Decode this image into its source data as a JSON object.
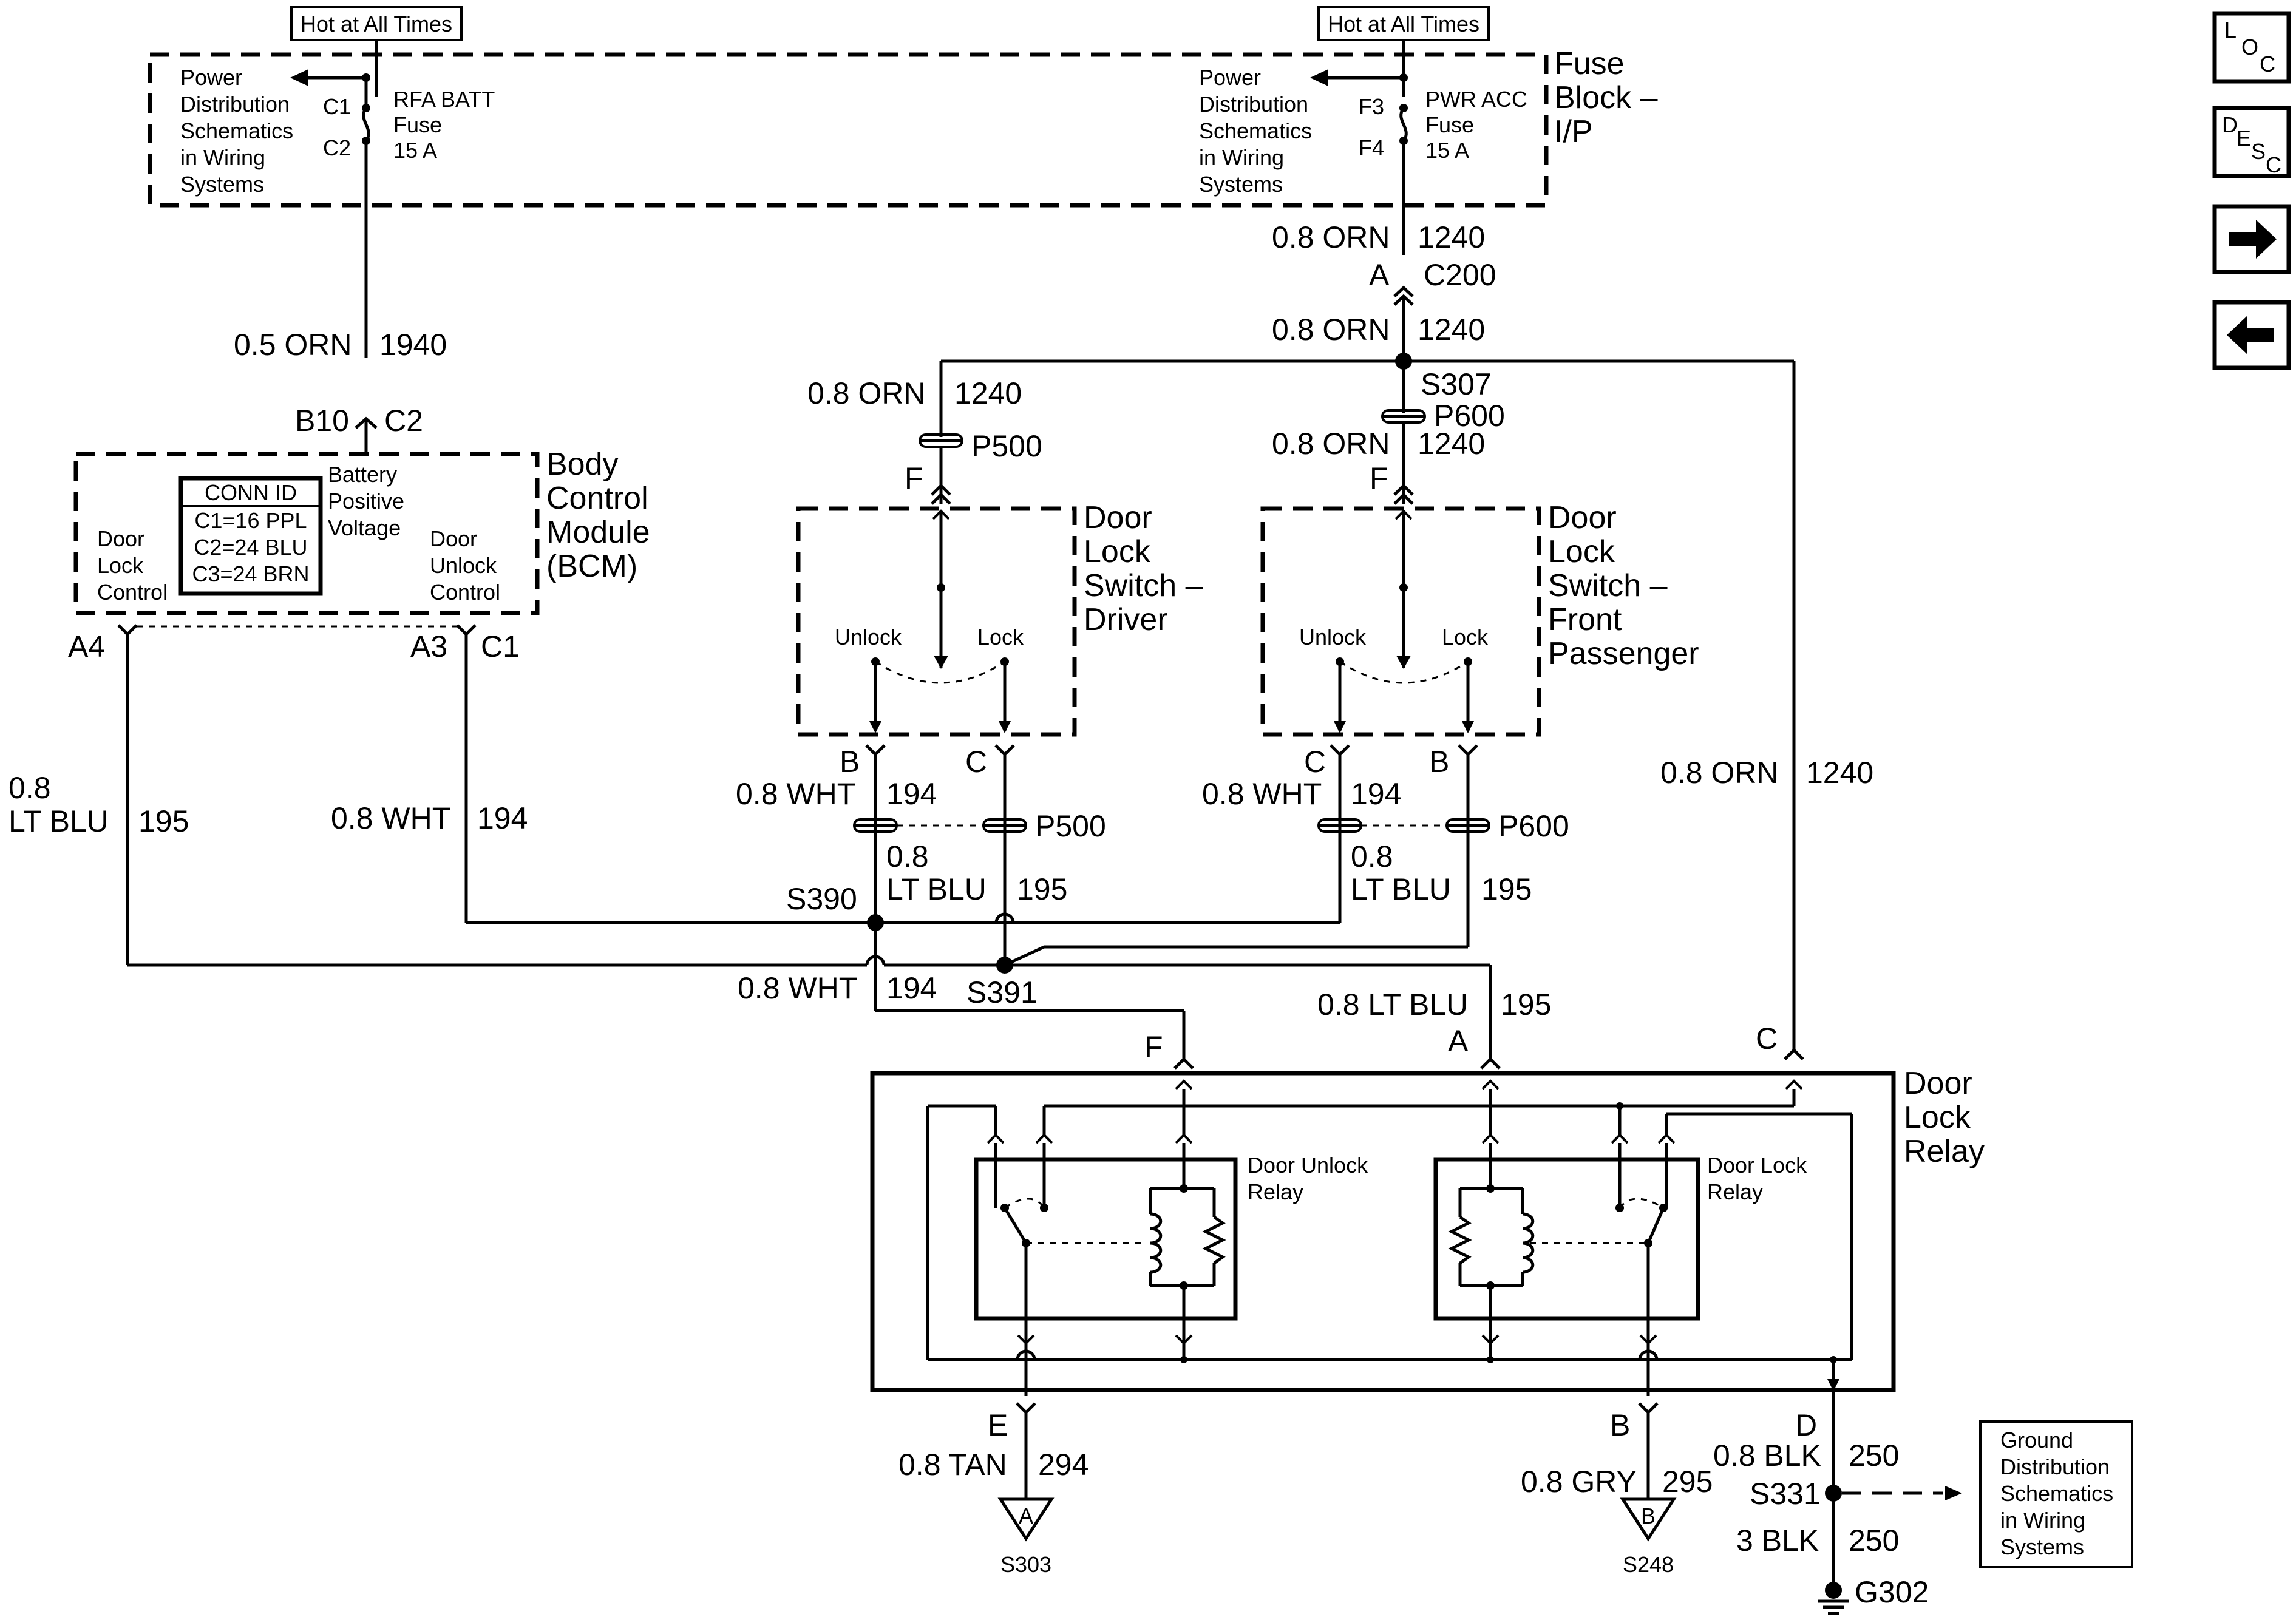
{
  "fuses": {
    "left": {
      "hot": "Hot at All Times",
      "pds": [
        "Power",
        "Distribution",
        "Schematics",
        "in Wiring",
        "Systems"
      ],
      "pin_top": "C1",
      "pin_bot": "C2",
      "name": [
        "RFA BATT",
        "Fuse",
        "15 A"
      ]
    },
    "right": {
      "hot": "Hot at All Times",
      "pds": [
        "Power",
        "Distribution",
        "Schematics",
        "in Wiring",
        "Systems"
      ],
      "pin_top": "F3",
      "pin_bot": "F4",
      "name": [
        "PWR ACC",
        "Fuse",
        "15 A"
      ]
    },
    "block_label": [
      "Fuse",
      "Block –",
      "I/P"
    ]
  },
  "bcm": {
    "conn_title": "CONN ID",
    "conn_rows": [
      "C1=16 PPL",
      "C2=24 BLU",
      "C3=24 BRN"
    ],
    "batt": [
      "Battery",
      "Positive",
      "Voltage"
    ],
    "lock": [
      "Door",
      "Lock",
      "Control"
    ],
    "unlock": [
      "Door",
      "Unlock",
      "Control"
    ],
    "name": [
      "Body",
      "Control",
      "Module",
      "(BCM)"
    ],
    "pin_top_a": "B10",
    "pin_top_b": "C2",
    "pin_a4": "A4",
    "pin_a3": "A3",
    "pin_c1": "C1"
  },
  "wires": {
    "w1940_a": "0.5 ORN",
    "w1940_b": "1940",
    "w1240_top_a": "0.8 ORN",
    "w1240_top_b": "1240",
    "c200_pin": "A",
    "c200": "C200",
    "w1240_mid_a": "0.8 ORN",
    "w1240_mid_b": "1240",
    "s307": "S307",
    "w1240_drv_a": "0.8 ORN",
    "w1240_drv_b": "1240",
    "p500_top": "P500",
    "f_drv": "F",
    "p600_top": "P600",
    "w1240_pass_a": "0.8 ORN",
    "w1240_pass_b": "1240",
    "f_pass": "F",
    "w1240_right_a": "0.8 ORN",
    "w1240_right_b": "1240",
    "w195_left_a1": "0.8",
    "w195_left_a2": "LT BLU",
    "w195_left_b": "195",
    "w194_left_a": "0.8 WHT",
    "w194_left_b": "194",
    "drv_b": "B",
    "drv_c": "C",
    "drv_wht_a": "0.8 WHT",
    "drv_wht_b": "194",
    "p500_bot": "P500",
    "drv_blu_a1": "0.8",
    "drv_blu_a2": "LT BLU",
    "drv_blu_b": "195",
    "pass_c": "C",
    "pass_b": "B",
    "pass_wht_a": "0.8 WHT",
    "pass_wht_b": "194",
    "p600_bot": "P600",
    "pass_blu_a1": "0.8",
    "pass_blu_a2": "LT BLU",
    "pass_blu_b": "195",
    "s390": "S390",
    "s391": "S391",
    "relay_wht_a": "0.8 WHT",
    "relay_wht_b": "194",
    "relay_blu_a": "0.8 LT BLU",
    "relay_blu_b": "195",
    "pin_f": "F",
    "pin_a": "A",
    "pin_c": "C",
    "pin_e": "E",
    "pin_b": "B",
    "pin_d": "D",
    "tan_a": "0.8 TAN",
    "tan_b": "294",
    "gry_a": "0.8 GRY",
    "gry_b": "295",
    "blk_a": "0.8 BLK",
    "blk_b": "250",
    "s331": "S331",
    "blk3_a": "3 BLK",
    "blk3_b": "250",
    "g302": "G302",
    "tri_a": "A",
    "s303": "S303",
    "tri_b": "B",
    "s248": "S248"
  },
  "switches": {
    "driver": {
      "name": [
        "Door",
        "Lock",
        "Switch –",
        "Driver"
      ],
      "unlock": "Unlock",
      "lock": "Lock"
    },
    "passenger": {
      "name": [
        "Door",
        "Lock",
        "Switch –",
        "Front",
        "Passenger"
      ],
      "unlock": "Unlock",
      "lock": "Lock"
    }
  },
  "relay": {
    "name": [
      "Door",
      "Lock",
      "Relay"
    ],
    "unlock_name": [
      "Door Unlock",
      "Relay"
    ],
    "lock_name": [
      "Door Lock",
      "Relay"
    ]
  },
  "ground_ref": [
    "Ground",
    "Distribution",
    "Schematics",
    "in Wiring",
    "Systems"
  ],
  "nav": {
    "loc": [
      "L",
      "O",
      "C"
    ],
    "desc": [
      "D",
      "E",
      "S",
      "C"
    ],
    "next_icon": "arrow-right-icon",
    "prev_icon": "arrow-left-icon"
  }
}
